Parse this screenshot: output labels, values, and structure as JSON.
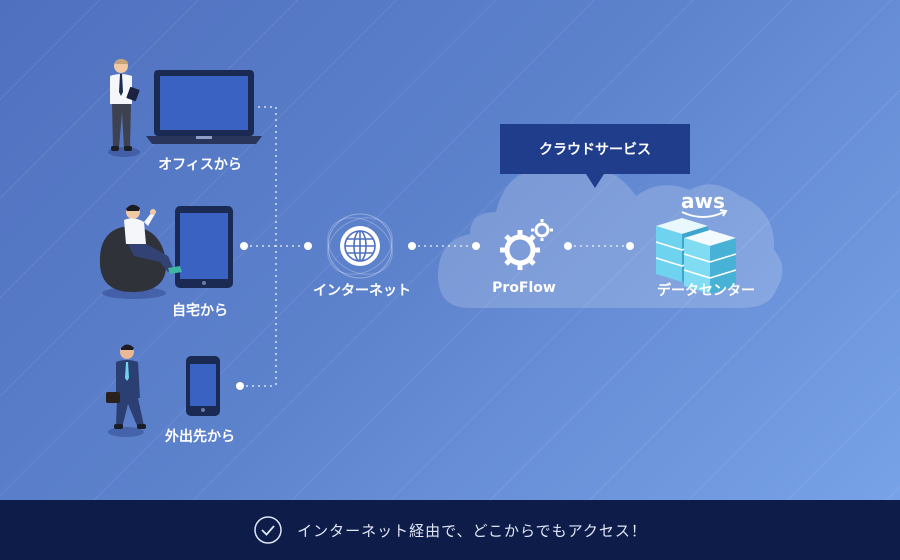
{
  "locations": {
    "office": "オフィスから",
    "home": "自宅から",
    "outside": "外出先から"
  },
  "internet_label": "インターネット",
  "cloud": {
    "title": "クラウドサービス",
    "proflow_label": "ProFlow",
    "datacenter_label": "データセンター",
    "aws_logo_text": "aws"
  },
  "footer": {
    "message": "インターネット経由で、どこからでもアクセス！"
  },
  "colors": {
    "tooltip": "#1f3d8a",
    "footer": "#0e1c49",
    "server_cyan": "#6fd3ef"
  }
}
